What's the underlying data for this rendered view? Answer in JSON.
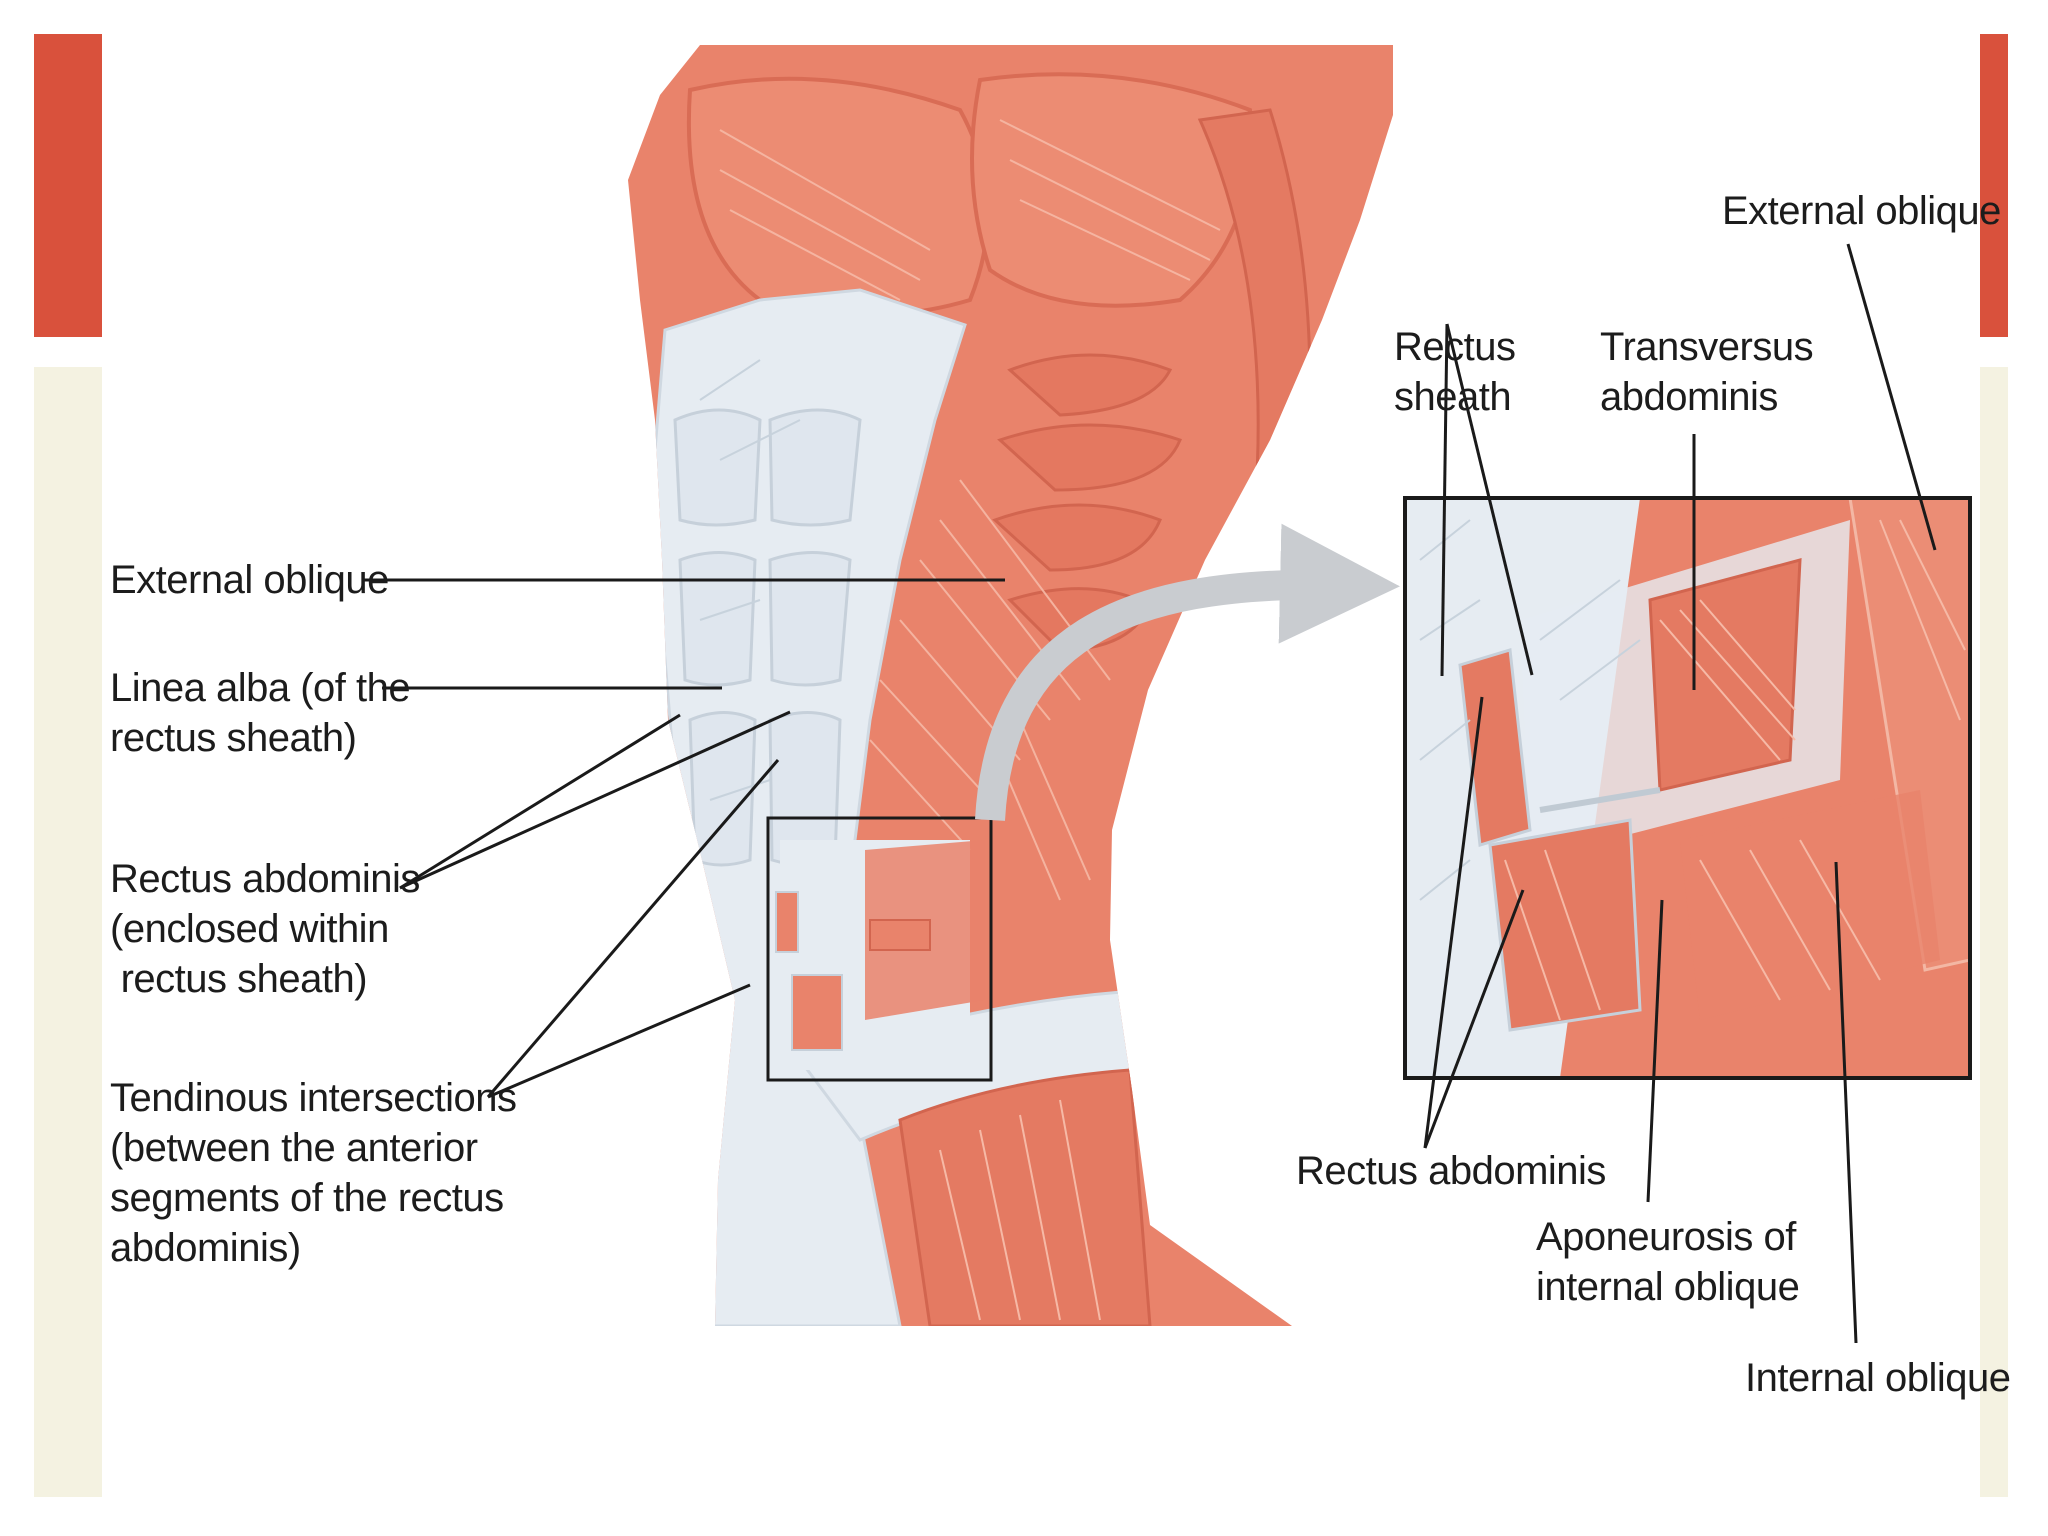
{
  "colors": {
    "accent_red": "#d9513c",
    "accent_cream": "#f4f2e1",
    "muscle": "#e9836b",
    "muscle_dark": "#d96c55",
    "fascia": "#e6ecf2",
    "line": "#1a1a1a"
  },
  "labels": {
    "left": {
      "external_oblique": "External oblique",
      "linea_alba": "Linea alba (of the\nrectus sheath)",
      "rectus_abdominis": "Rectus abdominis\n(enclosed within\n rectus sheath)",
      "tendinous": "Tendinous intersections\n(between the anterior\nsegments of the rectus\nabdominis)"
    },
    "right": {
      "external_oblique": "External oblique",
      "rectus_sheath": "Rectus\nsheath",
      "transversus": "Transversus\nabdominis",
      "rectus_abdominis": "Rectus abdominis",
      "aponeurosis": "Aponeurosis of\ninternal oblique",
      "internal_oblique": "Internal oblique"
    }
  }
}
